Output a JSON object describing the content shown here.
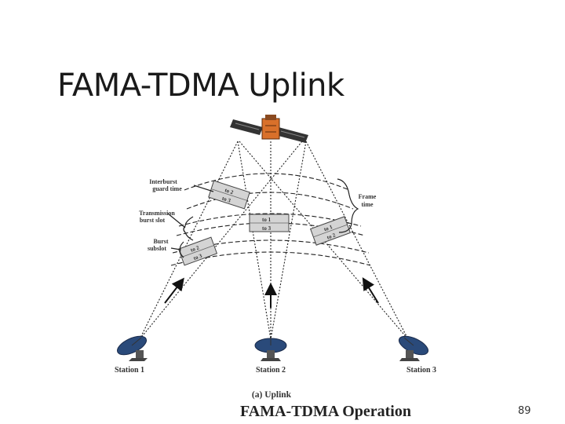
{
  "slide": {
    "title": "FAMA-TDMA Uplink",
    "page_number": "89"
  },
  "figure": {
    "labels": {
      "interburst_1": "Interburst",
      "interburst_2": "guard time",
      "transmission_1": "Transmission",
      "transmission_2": "burst slot",
      "burst_1": "Burst",
      "burst_2": "subslot",
      "frame_1": "Frame",
      "frame_2": "time"
    },
    "slots": {
      "left_top": "to 2",
      "left_bottom": "to 3",
      "center_top": "to 1",
      "center_bottom": "to 3",
      "right_top": "to 1",
      "right_bottom": "to 2",
      "lower_left_top": "to 2",
      "lower_left_bottom": "to 3"
    },
    "stations": [
      "Station 1",
      "Station 2",
      "Station 3"
    ],
    "subcaption": "(a) Uplink",
    "caption": "FAMA-TDMA Operation"
  }
}
